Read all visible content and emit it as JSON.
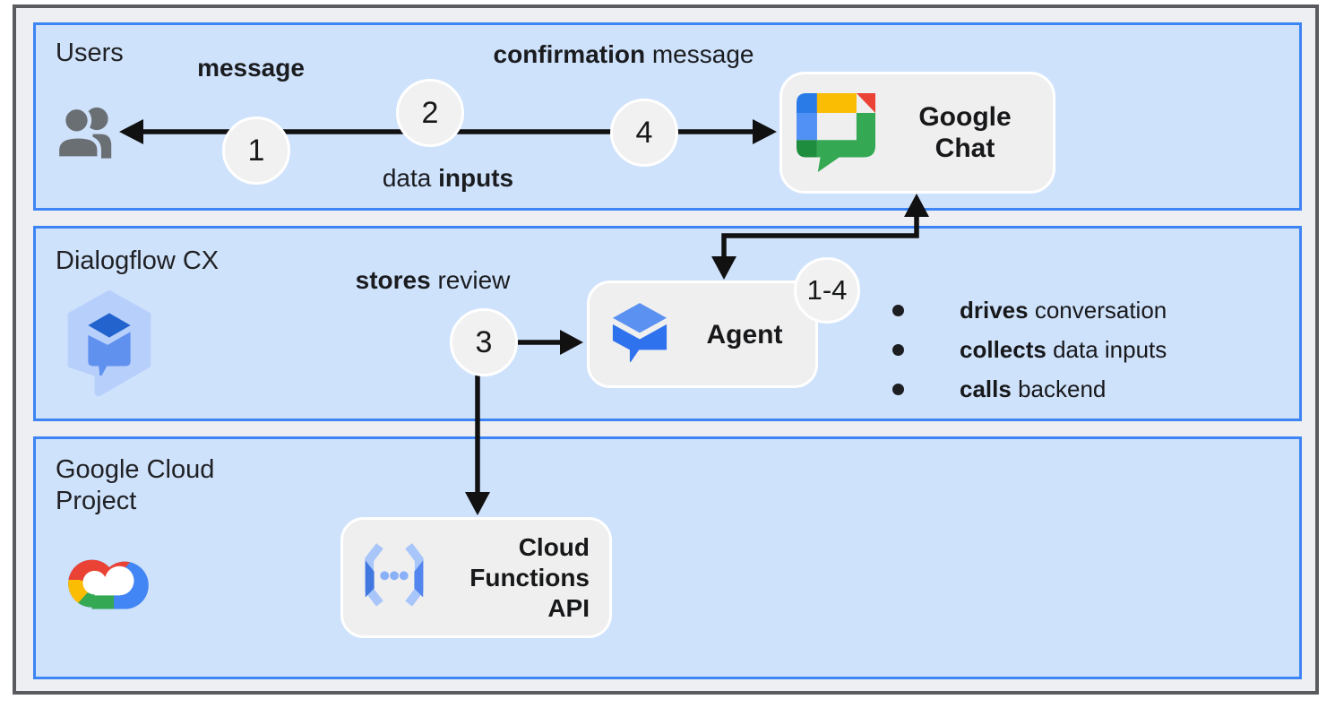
{
  "bands": [
    {
      "label": "Users"
    },
    {
      "label": "Dialogflow CX"
    },
    {
      "label": "Google Cloud Project"
    }
  ],
  "nodes": {
    "google_chat": {
      "label": "Google Chat"
    },
    "agent": {
      "label": "Agent"
    },
    "cloud_functions": {
      "label": "Cloud Functions API"
    }
  },
  "steps": {
    "s1": "1",
    "s2": "2",
    "s3": "3",
    "s4": "4",
    "range": "1-4"
  },
  "edge_labels": {
    "message": [
      {
        "t": "message",
        "b": true
      }
    ],
    "confirmation_message": [
      {
        "t": "confirmation ",
        "b": true
      },
      {
        "t": "message",
        "b": false
      }
    ],
    "data_inputs": [
      {
        "t": "data ",
        "b": false
      },
      {
        "t": "inputs",
        "b": true
      }
    ],
    "stores_review": [
      {
        "t": "stores ",
        "b": true
      },
      {
        "t": "review",
        "b": false
      }
    ]
  },
  "agent_bullets": [
    [
      {
        "t": "drives ",
        "b": true
      },
      {
        "t": "conversation",
        "b": false
      }
    ],
    [
      {
        "t": "collects ",
        "b": true
      },
      {
        "t": "data inputs",
        "b": false
      }
    ],
    [
      {
        "t": "calls ",
        "b": true
      },
      {
        "t": "backend",
        "b": false
      }
    ]
  ],
  "icons": {
    "users": "users-icon",
    "google_chat": "google-chat-logo",
    "dialogflow_cx": "dialogflow-cx-logo",
    "agent": "dialogflow-agent-icon",
    "google_cloud": "google-cloud-logo",
    "cloud_functions": "cloud-functions-icon"
  },
  "colors": {
    "band_fill": "#cfe2fc",
    "band_border": "#3d84f5",
    "node_fill": "#efefef",
    "frame_fill": "#edeff2",
    "frame_border": "#595b5e",
    "arrow": "#111111",
    "google_blue": "#4285f4",
    "google_red": "#ea4335",
    "google_yellow": "#fbbc04",
    "google_green": "#34a853"
  }
}
